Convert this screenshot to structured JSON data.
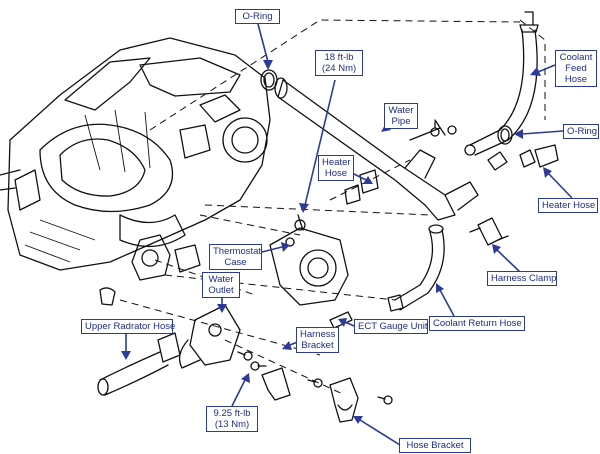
{
  "labels": {
    "o_ring_top": [
      "O-Ring"
    ],
    "torque_18": [
      "18 ft-lb",
      "(24 Nm)"
    ],
    "coolant_feed_hose": [
      "Coolant",
      "Feed",
      "Hose"
    ],
    "water_pipe": [
      "Water",
      "Pipe"
    ],
    "o_ring_right": [
      "O-Ring"
    ],
    "heater_hose_left": [
      "Heater",
      "Hose"
    ],
    "heater_hose_right": [
      "Heater Hose"
    ],
    "thermostat_case": [
      "Thermostat",
      "Case"
    ],
    "harness_clamp": [
      "Harness Clamp"
    ],
    "water_outlet": [
      "Water",
      "Outlet"
    ],
    "upper_radiator_hose": [
      "Upper Radrator Hose"
    ],
    "ect_gauge_unit": [
      "ECT Gauge Unit"
    ],
    "coolant_return_hose": [
      "Coolant Return Hose"
    ],
    "harness_bracket": [
      "Harness",
      "Bracket"
    ],
    "torque_9": [
      "9.25 ft-lb",
      "(13 Nm)"
    ],
    "hose_bracket": [
      "Hose Bracket"
    ]
  },
  "colors": {
    "label_border": "#2b3b97",
    "label_text": "#1f2d86",
    "leader": "#2b3b97",
    "drawing": "#111111",
    "background": "#ffffff"
  }
}
